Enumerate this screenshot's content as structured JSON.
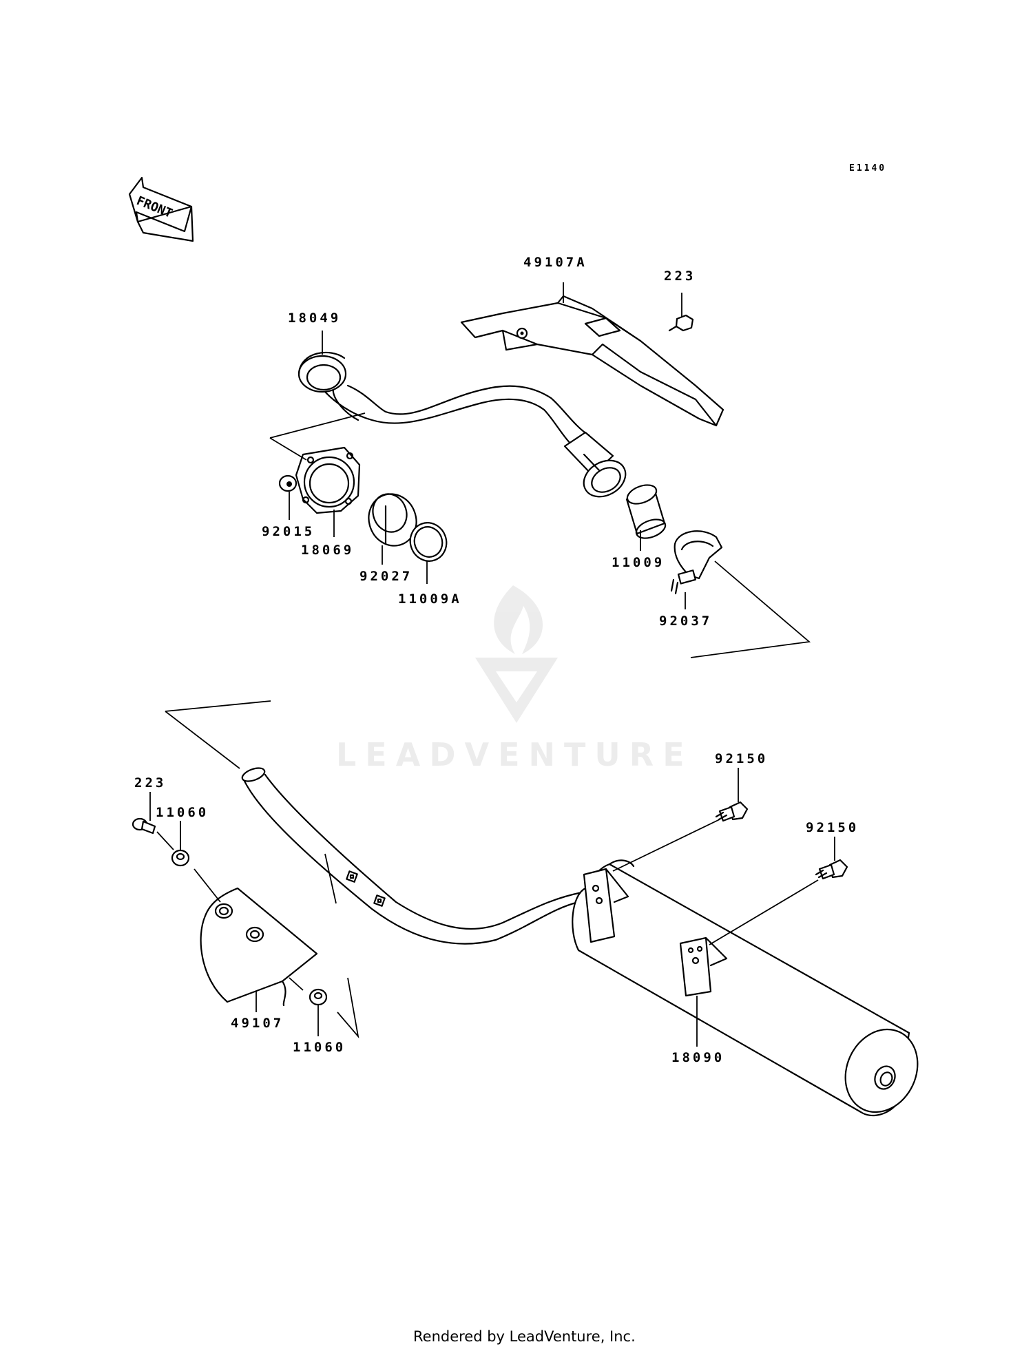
{
  "diagram": {
    "ref_code": "E1140",
    "front_arrow_label": "FRONT",
    "watermark": "LEADVENTURE",
    "footer": "Rendered by LeadVenture, Inc.",
    "parts": [
      {
        "id": "p49107A",
        "label": "49107A",
        "name": "heat-guard-upper"
      },
      {
        "id": "p223a",
        "label": "223",
        "name": "bolt-upper"
      },
      {
        "id": "p18049",
        "label": "18049",
        "name": "exhaust-pipe"
      },
      {
        "id": "p92015",
        "label": "92015",
        "name": "nut"
      },
      {
        "id": "p18069",
        "label": "18069",
        "name": "exhaust-flange"
      },
      {
        "id": "p92027",
        "label": "92027",
        "name": "collar"
      },
      {
        "id": "p11009A",
        "label": "11009A",
        "name": "gasket-a"
      },
      {
        "id": "p11009",
        "label": "11009",
        "name": "gasket"
      },
      {
        "id": "p92037",
        "label": "92037",
        "name": "clamp"
      },
      {
        "id": "p92150a",
        "label": "92150",
        "name": "muffler-bolt-front"
      },
      {
        "id": "p92150b",
        "label": "92150",
        "name": "muffler-bolt-rear"
      },
      {
        "id": "p223b",
        "label": "223",
        "name": "bolt-lower"
      },
      {
        "id": "p11060a",
        "label": "11060",
        "name": "damper-upper"
      },
      {
        "id": "p49107",
        "label": "49107",
        "name": "heat-guard-lower"
      },
      {
        "id": "p11060b",
        "label": "11060",
        "name": "damper-lower"
      },
      {
        "id": "p18090",
        "label": "18090",
        "name": "muffler"
      }
    ]
  }
}
